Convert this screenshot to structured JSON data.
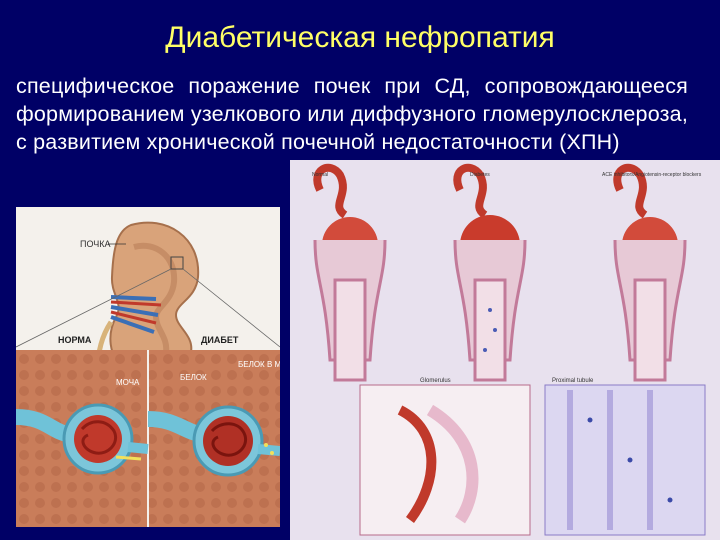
{
  "slide": {
    "title": "Диабетическая нефропатия",
    "definition": "специфическое поражение почек при СД, сопровождающееся формированием узелкового или диффузного гломерулосклероза, с развитием хронической почечной недостаточности (ХПН)"
  },
  "left_figure": {
    "kidney_label": "ПОЧКА",
    "norm_label": "НОРМА",
    "diabetes_label": "ДИАБЕТ",
    "urine_label": "МОЧА",
    "protein_label": "БЕЛОК",
    "protein_in_urine_label": "БЕЛОК В МОЧЕ"
  },
  "right_figure": {
    "panel_labels": [
      "Normal",
      "Diabetes",
      "ACE inhibitors/Angiotensin-receptor blockers"
    ],
    "inset_labels": [
      "Glomerulus",
      "Proximal tubule"
    ]
  },
  "colors": {
    "background": "#000066",
    "title": "#ffff66",
    "text": "#ffffff"
  }
}
